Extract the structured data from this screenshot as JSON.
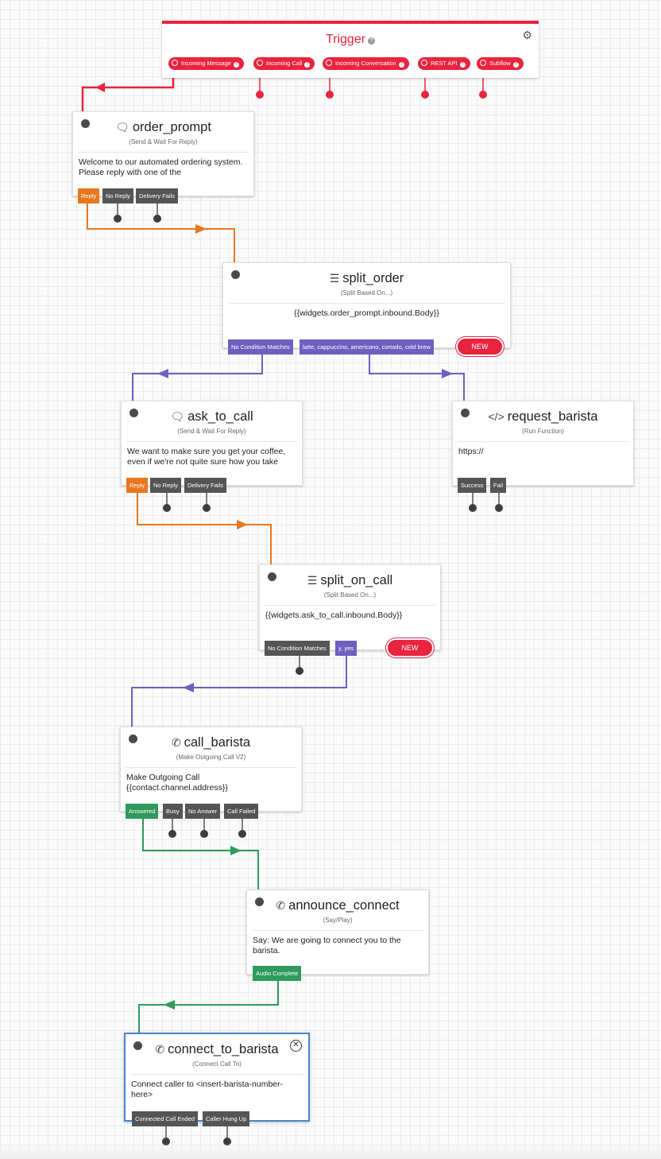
{
  "colors": {
    "trigger": "#e8243f",
    "reply": "#e8781e",
    "condition": "#6f5fc0",
    "answered": "#2e9a5c",
    "default": "#555555",
    "selected": "#4a86c5"
  },
  "trigger": {
    "title": "Trigger",
    "help_icon": "question-icon",
    "gear_icon": "gear-icon",
    "pills": [
      "Incoming Message",
      "Incoming Call",
      "Incoming Conversation",
      "REST API",
      "Subflow"
    ]
  },
  "widgets": {
    "order_prompt": {
      "icon": "message-icon",
      "name": "order_prompt",
      "type": "(Send & Wait For Reply)",
      "body": "Welcome to our automated ordering system. Please reply with one of the",
      "transitions": [
        "Reply",
        "No Reply",
        "Delivery Fails"
      ]
    },
    "split_order": {
      "icon": "split-icon",
      "name": "split_order",
      "type": "(Split Based On...)",
      "body": "{{widgets.order_prompt.inbound.Body}}",
      "transitions": [
        "No Condition Matches",
        "latte, cappuccino, americano, cortado, cold brew"
      ],
      "new_label": "NEW"
    },
    "ask_to_call": {
      "icon": "message-icon",
      "name": "ask_to_call",
      "type": "(Send & Wait For Reply)",
      "body": "We want to make sure you get your coffee, even if we're not quite sure how you take",
      "transitions": [
        "Reply",
        "No Reply",
        "Delivery Fails"
      ]
    },
    "request_barista": {
      "icon": "code-icon",
      "name": "request_barista",
      "type": "(Run Function)",
      "body": "https://",
      "transitions": [
        "Success",
        "Fail"
      ]
    },
    "split_on_call": {
      "icon": "split-icon",
      "name": "split_on_call",
      "type": "(Split Based On...)",
      "body": "{{widgets.ask_to_call.inbound.Body}}",
      "transitions": [
        "No Condition Matches",
        "y, yes"
      ],
      "new_label": "NEW"
    },
    "call_barista": {
      "icon": "phone-icon",
      "name": "call_barista",
      "type": "(Make Outgoing Call V2)",
      "body": "Make Outgoing Call {{contact.channel.address}}",
      "transitions": [
        "Answered",
        "Busy",
        "No Answer",
        "Call Failed"
      ]
    },
    "announce_connect": {
      "icon": "phone-icon",
      "name": "announce_connect",
      "type": "(Say/Play)",
      "body": "Say: We are going to connect you to the barista.",
      "transitions": [
        "Audio Complete"
      ]
    },
    "connect_to_barista": {
      "icon": "phone-icon",
      "name": "connect_to_barista",
      "type": "(Connect Call To)",
      "body": "Connect caller to <insert-barista-number-here>",
      "transitions": [
        "Connected Call Ended",
        "Caller Hung Up"
      ],
      "close_icon": "close-icon"
    }
  }
}
